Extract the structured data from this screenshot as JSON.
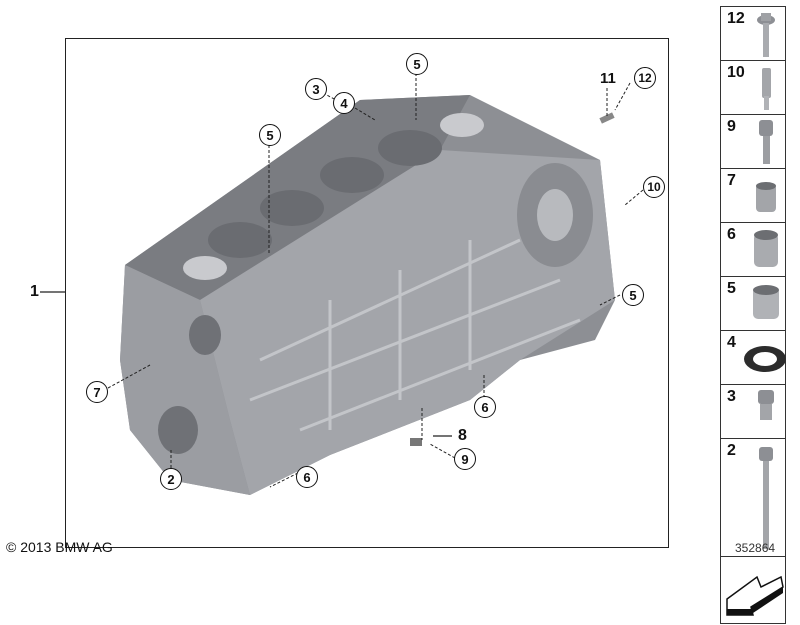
{
  "diagram": {
    "title_part": "1",
    "subject": "Engine block assembly",
    "callouts": [
      {
        "id": "c3",
        "label": "3"
      },
      {
        "id": "c4",
        "label": "4"
      },
      {
        "id": "c5a",
        "label": "5"
      },
      {
        "id": "c5b",
        "label": "5"
      },
      {
        "id": "c5c",
        "label": "5"
      },
      {
        "id": "c11",
        "label": "11"
      },
      {
        "id": "c12",
        "label": "12"
      },
      {
        "id": "c10",
        "label": "10"
      },
      {
        "id": "c7",
        "label": "7"
      },
      {
        "id": "c6a",
        "label": "6"
      },
      {
        "id": "c6b",
        "label": "6"
      },
      {
        "id": "c8",
        "label": "8"
      },
      {
        "id": "c9",
        "label": "9"
      },
      {
        "id": "c2",
        "label": "2"
      }
    ]
  },
  "parts_legend": [
    {
      "number": "12",
      "icon": "flange-bolt-icon"
    },
    {
      "number": "10",
      "icon": "dowel-sleeve-icon"
    },
    {
      "number": "9",
      "icon": "socket-head-screw-icon"
    },
    {
      "number": "7",
      "icon": "short-sleeve-icon"
    },
    {
      "number": "6",
      "icon": "sleeve-icon"
    },
    {
      "number": "5",
      "icon": "sleeve-icon"
    },
    {
      "number": "4",
      "icon": "sealing-ring-icon"
    },
    {
      "number": "3",
      "icon": "plug-screw-icon"
    },
    {
      "number": "2",
      "icon": "long-hex-bolt-icon"
    }
  ],
  "footer": {
    "copyright": "© 2013 BMW AG",
    "image_number": "352864"
  }
}
